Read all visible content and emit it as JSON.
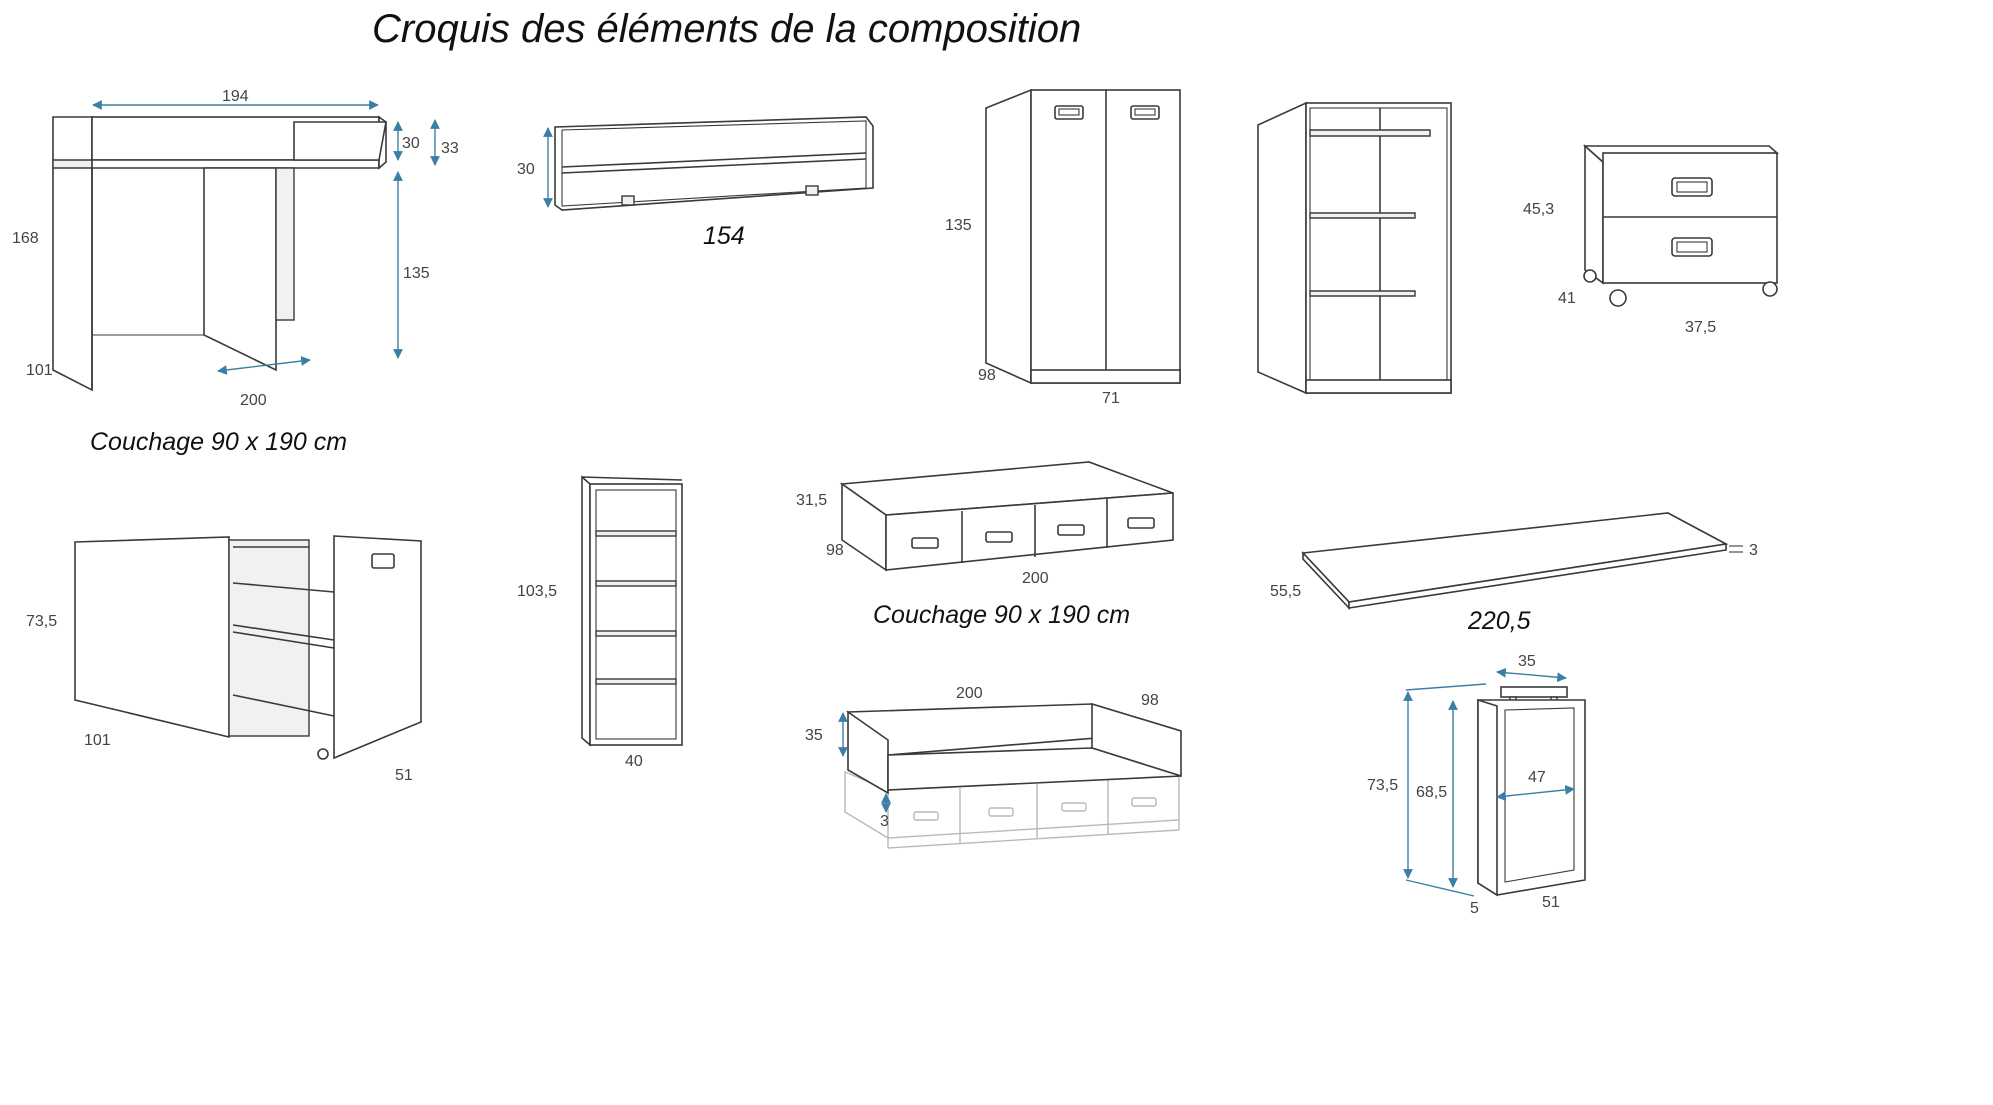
{
  "title": "Croquis des éléments de la composition",
  "colors": {
    "dimension_arrow": "#3b7fa6",
    "outline": "#3a3a3a",
    "text": "#444444"
  },
  "captions": {
    "bed_1": "Couchage 90 x 190 cm",
    "bed_2": "Couchage 90 x 190 cm"
  },
  "elements": {
    "mezzanine_desk": {
      "width": "194",
      "rail_inner": "30",
      "rail_outer": "33",
      "total_height": "168",
      "under_height": "135",
      "length": "200",
      "depth": "101"
    },
    "wall_shelf": {
      "height": "30",
      "length": "154"
    },
    "wardrobe_closed": {
      "height": "135",
      "depth": "98",
      "width": "71"
    },
    "nightstand": {
      "height": "45,3",
      "depth": "41",
      "width": "37,5"
    },
    "pullout_desk": {
      "height": "73,5",
      "length": "101",
      "depth": "51"
    },
    "bookcase": {
      "height": "103,5",
      "width": "40"
    },
    "trundle_bed": {
      "height": "31,5",
      "depth": "98",
      "length": "200"
    },
    "desk_top": {
      "depth": "55,5",
      "thickness": "3",
      "length": "220,5"
    },
    "sofa_bed": {
      "length": "200",
      "depth": "98",
      "height": "35",
      "offset": "3"
    },
    "desk_leg": {
      "top_width": "35",
      "total_height": "73,5",
      "inner_height": "68,5",
      "inner_width": "47",
      "foot": "5",
      "depth": "51"
    }
  }
}
